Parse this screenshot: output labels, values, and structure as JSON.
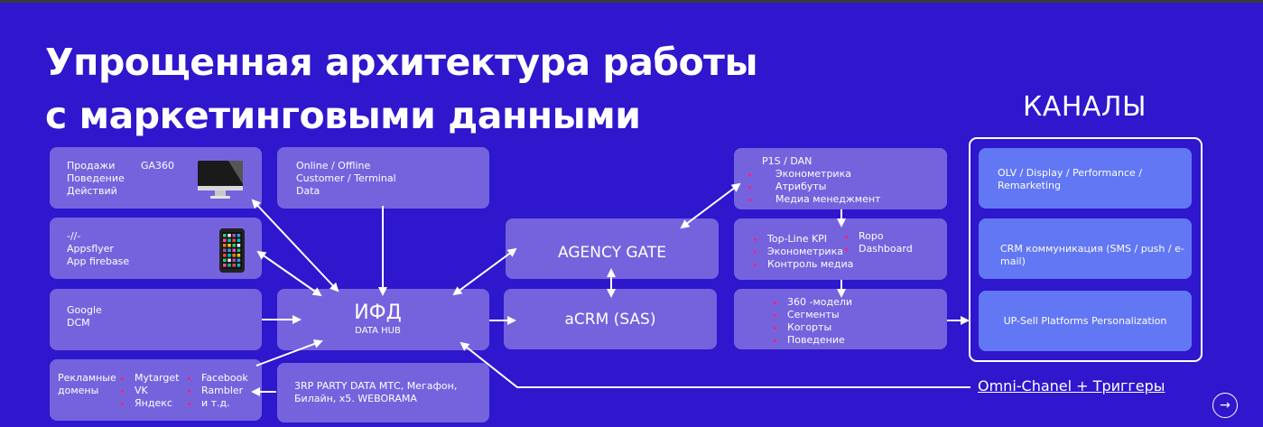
{
  "title": {
    "line1": "Упрощенная архитектура работы",
    "line2": "с маркетинговыми данными"
  },
  "colors": {
    "background": "#2e17cc",
    "box": "#7563de",
    "channel_box": "#6277f3",
    "bullet": "#ff1f7a"
  },
  "sources": {
    "ga360": {
      "lines": [
        "Продажи",
        "Поведение",
        "Действий"
      ],
      "label": "GA360",
      "icon": "desktop-monitor-icon"
    },
    "appsflyer": {
      "lines": [
        "-//-",
        "Appsflyer",
        "App firebase"
      ],
      "icon": "smartphone-icon"
    },
    "google_dcm": {
      "lines": [
        "Google",
        "DCM"
      ]
    },
    "ad_domains": {
      "label_lines": [
        "Рекламные",
        "домены"
      ],
      "col1": [
        "Mytarget",
        "VK",
        "Яндекс"
      ],
      "col2": [
        "Facebook",
        "Rambler"
      ],
      "col2_extra": "и т.д."
    },
    "online_offline": {
      "lines": [
        "Online / Offline",
        "Customer / Terminal",
        "Data"
      ]
    },
    "third_party": {
      "lines": [
        "3RP PARTY DATA МТС, Мегафон,",
        "Билайн, х5. WEBORAMA"
      ]
    }
  },
  "hub": {
    "title": "ИФД",
    "subtitle": "DATA HUB"
  },
  "agency_gate": {
    "label": "AGENCY GATE"
  },
  "acrm": {
    "label": "aCRM (SAS)"
  },
  "analytics": {
    "p1s": {
      "heading": "P1S / DAN",
      "items": [
        "Эконометрика",
        "Атрибуты",
        "Медиа менеджмент"
      ]
    },
    "kpi": {
      "col1": [
        "Top-Line KPI",
        "Эконометрика",
        "Контроль медиа"
      ],
      "col2": [
        "Ropo",
        "Dashboard"
      ]
    },
    "models": {
      "items": [
        "360 -модели",
        "Сегменты",
        "Когорты",
        "Поведение"
      ]
    }
  },
  "channels": {
    "heading": "КАНАЛЫ",
    "items": [
      {
        "lines": [
          "OLV / Display / Performance /",
          "Remarketing"
        ]
      },
      {
        "lines": [
          "CRM коммуникация (SMS / push / e-",
          "mail)"
        ]
      },
      {
        "lines": [
          "UP-Sell Platforms Personalization"
        ]
      }
    ]
  },
  "omni_link": "Omni-Chanel + Триггеры",
  "next_button": "→"
}
